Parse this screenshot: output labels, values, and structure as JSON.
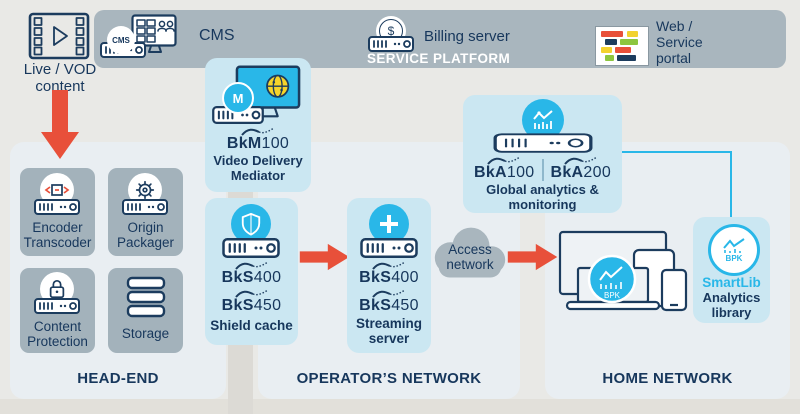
{
  "source": {
    "label": "Live / VOD content",
    "icon": "film-icon",
    "arrow_icon": "red-down-arrow-icon"
  },
  "service_platform": {
    "title": "SERVICE PLATFORM",
    "cms": {
      "label": "CMS",
      "badge": "CMS",
      "icon": "cms-monitor-icon"
    },
    "billing": {
      "label": "Billing server",
      "symbol": "$",
      "icon": "dollar-coin-icon"
    },
    "portal": {
      "label": "Web / Service portal",
      "icon": "mosaic-portal-icon"
    }
  },
  "headend": {
    "title": "HEAD-END",
    "boxes": [
      {
        "label": "Encoder Transcoder",
        "icon": "encoder-icon"
      },
      {
        "label": "Origin Packager",
        "icon": "gear-icon"
      },
      {
        "label": "Content Protection",
        "icon": "lock-icon"
      },
      {
        "label": "Storage",
        "icon": "storage-stack-icon"
      }
    ]
  },
  "mediator": {
    "badge": "M",
    "brand": "BkM",
    "model": "100",
    "label": "Video Delivery Mediator",
    "icon": "globe-monitor-icon"
  },
  "shield_cache": {
    "models": [
      {
        "brand": "BkS",
        "num": "400"
      },
      {
        "brand": "BkS",
        "num": "450"
      }
    ],
    "label": "Shield cache",
    "icon": "shield-icon"
  },
  "streaming_server": {
    "models": [
      {
        "brand": "BkS",
        "num": "400"
      },
      {
        "brand": "BkS",
        "num": "450"
      }
    ],
    "label": "Streaming server",
    "icon": "plus-icon"
  },
  "access_network": {
    "label": "Access network",
    "icon": "cloud-icon"
  },
  "analytics": {
    "models": [
      {
        "brand": "BkA",
        "num": "100"
      },
      {
        "brand": "BkA",
        "num": "200"
      }
    ],
    "label": "Global analytics & monitoring",
    "icon": "chart-icon"
  },
  "sections": {
    "operator": "OPERATOR’S NETWORK",
    "home": "HOME NETWORK"
  },
  "home_devices": {
    "badge": "BPK",
    "icon": "multi-device-icon"
  },
  "smartlib": {
    "badge": "BPK",
    "name": "SmartLib",
    "label": "Analytics library",
    "icon": "chart-circle-icon"
  },
  "colors": {
    "navy": "#1c3c5e",
    "cyan": "#29b7e8",
    "red": "#e8503a",
    "bar_gray": "#a9b6be",
    "box_gray": "#a3b2bb",
    "panel": "#e9eef2",
    "product_blue": "#cbe7f2"
  }
}
